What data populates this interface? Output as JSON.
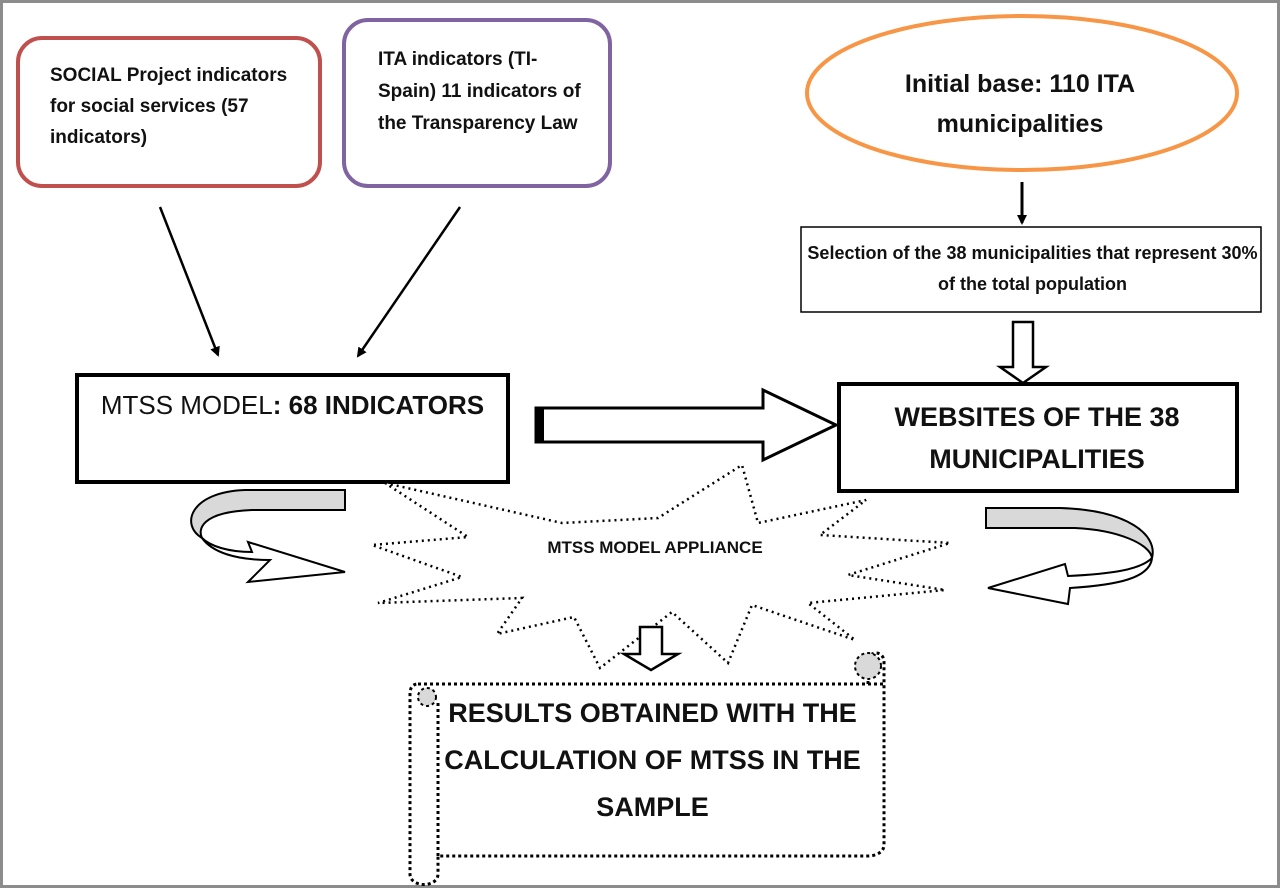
{
  "social_box": {
    "text": "SOCIAL Project indicators for social services (57 indicators)"
  },
  "ita_box": {
    "text": "ITA indicators (TI-Spain) 11 indicators of the Transparency Law"
  },
  "initial_base": {
    "text": "Initial base: 110 ITA municipalities"
  },
  "selection_box": {
    "text": "Selection of the 38 municipalities that represent 30% of the total population"
  },
  "mtss_model": {
    "prefix": "MTSS MODEL",
    "highlight": ": 68 INDICATORS"
  },
  "websites_box": {
    "text": "WEBSITES OF THE 38 MUNICIPALITIES"
  },
  "appliance": {
    "text": "MTSS MODEL APPLIANCE"
  },
  "results": {
    "text": "RESULTS OBTAINED WITH THE CALCULATION OF MTSS IN THE SAMPLE"
  },
  "colors": {
    "social_border": "#c0504d",
    "ita_border": "#8064a2",
    "initial_border": "#f79646",
    "frame": "#8c8c8c",
    "curved_arrow_fill": "#d9d9d9"
  }
}
